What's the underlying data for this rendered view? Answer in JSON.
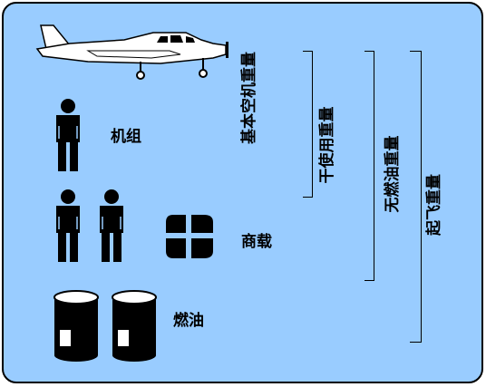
{
  "labels": {
    "crew": "机组",
    "payload": "商载",
    "fuel": "燃油",
    "basic_empty_weight": "基本空机重量",
    "dry_operating_weight": "干使用重量",
    "zero_fuel_weight": "无燃油重量",
    "takeoff_weight": "起飞重量"
  },
  "colors": {
    "background": "#99ccff",
    "figure": "#000000",
    "aircraft": "#ffffff"
  },
  "icons": [
    "airplane-icon",
    "person-icon",
    "cargo-icon",
    "fuel-drum-icon"
  ]
}
